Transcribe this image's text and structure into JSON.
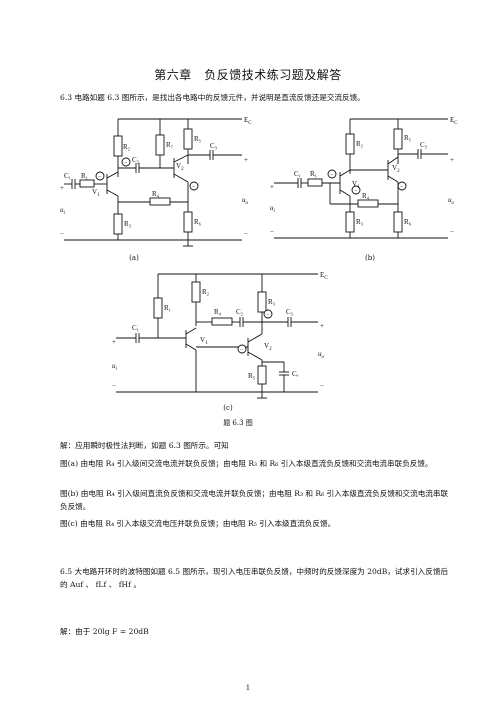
{
  "title": "第六章　负反馈技术练习题及解答",
  "problem_6_3": {
    "statement": "6.3 电路如题 6.3 图所示，是找出各电路中的反馈元件，并说明是直流反馈还是交流反馈。",
    "fig_a_caption": "(a)",
    "fig_b_caption": "(b)",
    "fig_c_caption": "(c)",
    "figure_caption": "题 6.3 图",
    "answer_intro": "解：应用瞬时极性法判断，如题 6.3 图所示。可知",
    "answer_a": "图(a) 由电阻 R₄ 引入级间交流电流并联负反馈；由电阻 R₃ 和 R₆ 引入本级直流负反馈和交流电流串联负反馈。",
    "answer_b": "图(b) 由电阻 R₄ 引入级间直流负反馈和交流电流并联负反馈；由电阻 R₃ 和 R₆ 引入本级直流负反馈和交流电流串联负反馈。",
    "answer_c": "图(c) 由电阻 R₄ 引入本级交流电压并联负反馈；由电阻 R₅ 引入本级直流负反馈。"
  },
  "problem_6_5": {
    "statement": "6.5 大电路开环时的波特图如题 6.5 图所示，现引入电压串联负反馈，中频时的反馈深度为 20dB，试求引入反馈后的 Auf 、 fLf 、 fHf 。",
    "answer": "解：由于 20lg F = 20dB"
  },
  "circuit_labels": {
    "ec": "E",
    "ec_sub": "C",
    "ui": "u",
    "ui_sub": "i",
    "uo": "u",
    "uo_sub": "o",
    "v1": "V",
    "v1_sub": "1",
    "v2": "V",
    "v2_sub": "2",
    "r1": "R₁",
    "r2": "R₂",
    "r3": "R₃",
    "r4": "R₄",
    "r5": "R₅",
    "r6": "R₆",
    "r7": "R₇",
    "c1": "C₁",
    "c2": "C₂",
    "c3": "C₃",
    "ce": "Cₑ",
    "plus": "+",
    "minus": "−",
    "minus_circle": "−"
  },
  "page_number": "1"
}
